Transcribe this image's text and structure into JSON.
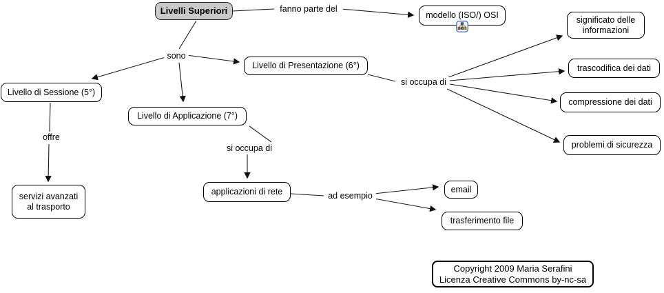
{
  "diagram": {
    "nodes": {
      "livelli_superiori": "Livelli Superiori",
      "modello_osi": "modello (ISO/) OSI",
      "sessione": "Livello di Sessione (5°)",
      "presentazione": "Livello di Presentazione (6°)",
      "applicazione": "Livello di Applicazione (7°)",
      "servizi_avanzati": "servizi avanzati\nal trasporto",
      "applicazioni_rete": "applicazioni di rete",
      "email": "email",
      "trasferimento_file": "trasferimento file",
      "significato": "significato delle\ninformazioni",
      "trascodifica": "trascodifica dei dati",
      "compressione": "compressione dei dati",
      "problemi_sicurezza": "problemi di sicurezza"
    },
    "links": {
      "fanno_parte_del": "fanno parte del",
      "sono": "sono",
      "offre": "offre",
      "si_occupa_di_presentazione": "si occupa di",
      "si_occupa_di_applicazione": "si occupa di",
      "ad_esempio": "ad esempio"
    },
    "footer": {
      "copyright": "Copyright 2009 Maria Serafini\nLicenza Creative Commons by-nc-sa"
    },
    "colors": {
      "root_node_fill": "#c9c9c9",
      "node_border": "#000000",
      "edge_stroke": "#1a1a1a",
      "resource_icon_border": "#4a76c0"
    }
  }
}
